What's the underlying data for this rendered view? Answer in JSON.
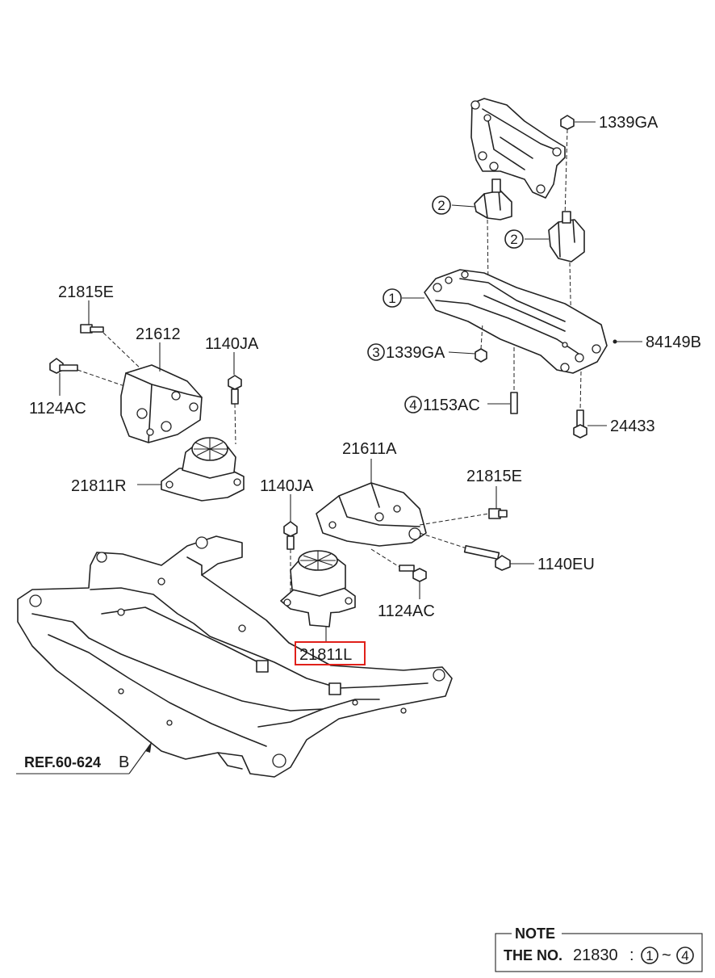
{
  "labels": {
    "p1339GA_top": "1339GA",
    "p84149B": "84149B",
    "p1339GA_mid": "1339GA",
    "p1153AC": "1153AC",
    "p24433": "24433",
    "p21815E_left": "21815E",
    "p21612": "21612",
    "p1140JA_left": "1140JA",
    "p1124AC_left": "1124AC",
    "p21811R": "21811R",
    "p21611A": "21611A",
    "p21815E_right": "21815E",
    "p1140JA_mid": "1140JA",
    "p1140EU": "1140EU",
    "p1124AC_mid": "1124AC",
    "p21811L": "21811L",
    "ref": "REF.60-624",
    "ref_suffix": "B"
  },
  "callouts": {
    "c1": "1",
    "c2a": "2",
    "c2b": "2",
    "c3": "3",
    "c4": "4"
  },
  "note": {
    "title": "NOTE",
    "prefix": "THE NO.",
    "part": "21830",
    "colon": ":",
    "from": "1",
    "tilde": "~",
    "to": "4"
  },
  "highlight_color": "#e0201a"
}
